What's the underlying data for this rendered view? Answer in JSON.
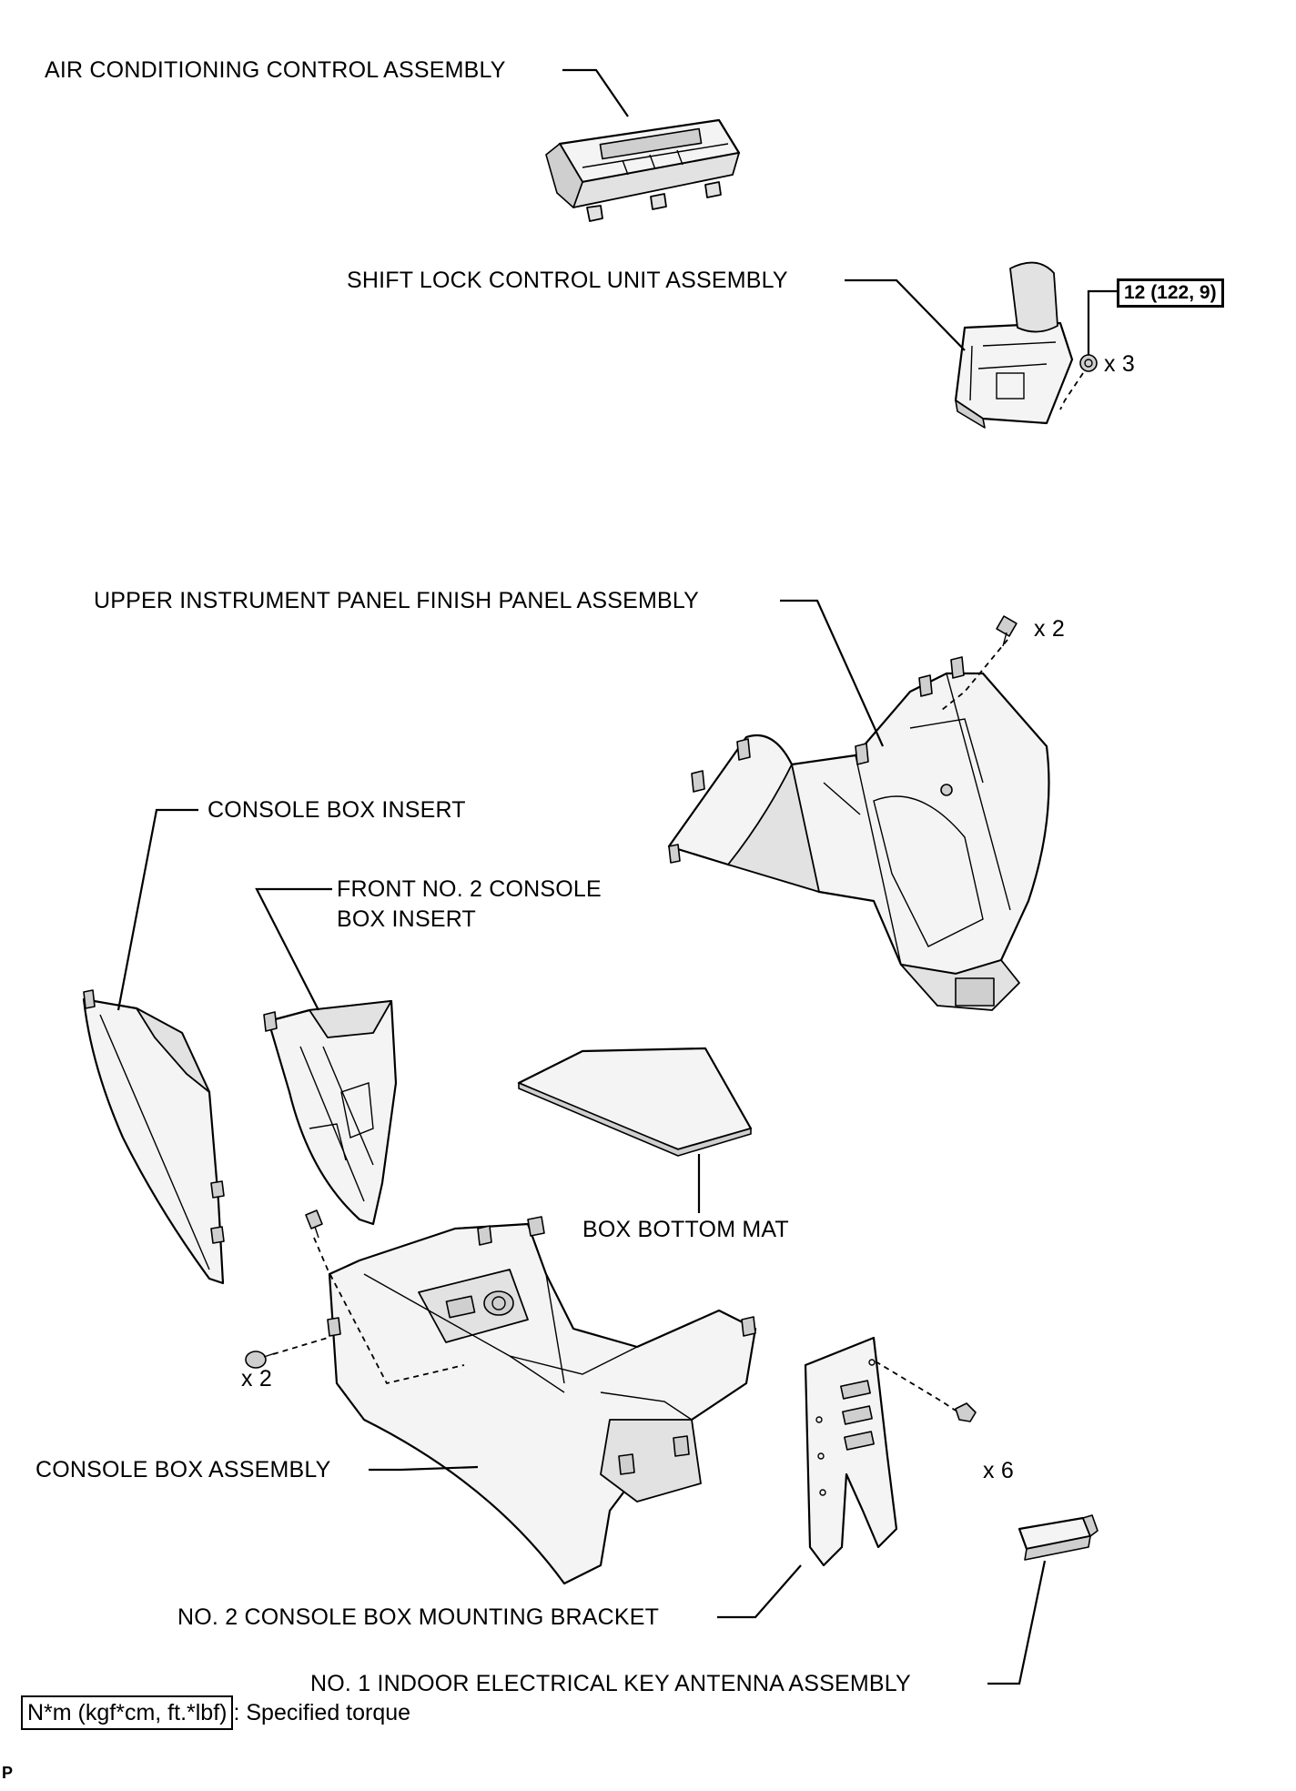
{
  "labels": {
    "air_conditioning": "AIR CONDITIONING CONTROL ASSEMBLY",
    "shift_lock": "SHIFT LOCK CONTROL UNIT ASSEMBLY",
    "upper_panel": "UPPER INSTRUMENT PANEL FINISH PANEL ASSEMBLY",
    "console_box_insert": "CONSOLE BOX INSERT",
    "front_no2_line1": "FRONT NO. 2 CONSOLE",
    "front_no2_line2": "BOX INSERT",
    "box_bottom_mat": "BOX BOTTOM MAT",
    "console_box_assembly": "CONSOLE BOX ASSEMBLY",
    "mounting_bracket": "NO. 2 CONSOLE BOX MOUNTING BRACKET",
    "key_antenna": "NO. 1 INDOOR ELECTRICAL KEY ANTENNA ASSEMBLY"
  },
  "fastener_counts": {
    "shift_lock_nuts": "x 3",
    "upper_panel_screws": "x 2",
    "console_clips": "x 2",
    "bracket_bolts": "x 6"
  },
  "torque": {
    "shift_lock_value": "12 (122, 9)"
  },
  "legend": {
    "unit_box": "N*m (kgf*cm, ft.*lbf)",
    "description": ": Specified torque"
  },
  "footer": {
    "code": "P"
  }
}
